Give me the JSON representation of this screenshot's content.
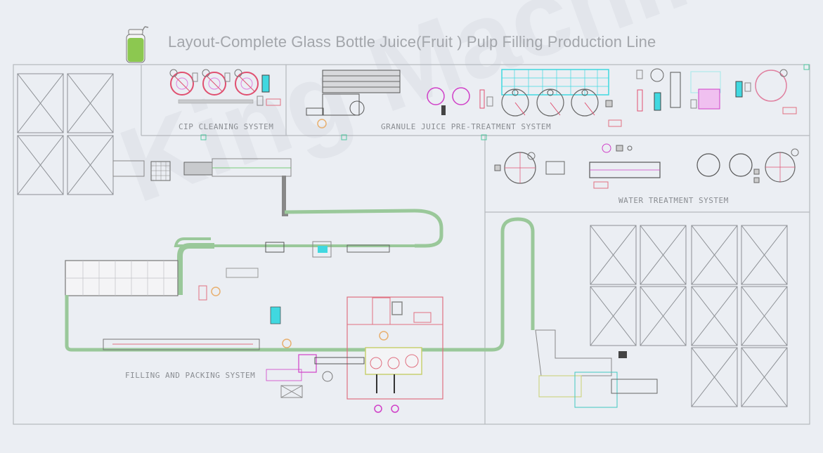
{
  "header": {
    "title": "Layout-Complete Glass Bottle Juice(Fruit ) Pulp Filling Production Line",
    "logo_icon": "juice-jar-icon"
  },
  "sections": {
    "cip": {
      "label": "CIP CLEANING SYSTEM"
    },
    "granule": {
      "label": "GRANULE JUICE PRE-TREATMENT SYSTEM"
    },
    "water": {
      "label": "WATER TREATMENT SYSTEM"
    },
    "filling": {
      "label": "FILLING AND PACKING SYSTEM"
    }
  },
  "watermark": "King Machine",
  "colors": {
    "background": "#ebeef3",
    "line": "#9a9da2",
    "equipment_red": "#e0707a",
    "equipment_magenta": "#d040c8",
    "cyan": "#40d8e0",
    "conveyor_green": "#cfe8cf",
    "title_gray": "#a3a6ab"
  }
}
